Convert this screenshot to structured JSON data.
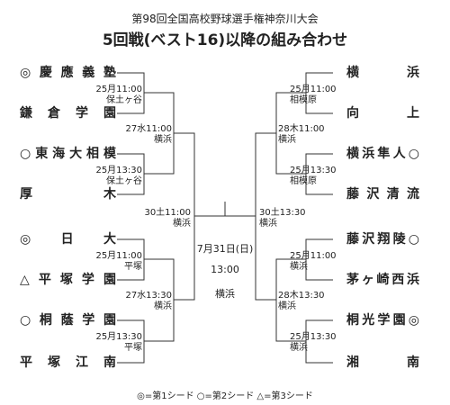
{
  "header": {
    "line1": "第98回全国高校野球選手権神奈川大会",
    "line2": "5回戦(ベスト16)以降の組み合わせ"
  },
  "left_teams": [
    {
      "mark": "◎",
      "name": "慶應義塾"
    },
    {
      "mark": "",
      "name": "鎌倉学園"
    },
    {
      "mark": "○",
      "name": "東海大相模"
    },
    {
      "mark": "",
      "name": "厚木"
    },
    {
      "mark": "◎",
      "name": "日大"
    },
    {
      "mark": "△",
      "name": "平塚学園"
    },
    {
      "mark": "○",
      "name": "桐蔭学園"
    },
    {
      "mark": "",
      "name": "平塚江南"
    }
  ],
  "right_teams": [
    {
      "name": "横浜",
      "mark": ""
    },
    {
      "name": "向上",
      "mark": ""
    },
    {
      "name": "横浜隼人",
      "mark": "○"
    },
    {
      "name": "藤沢清流",
      "mark": ""
    },
    {
      "name": "藤沢翔陵",
      "mark": "○"
    },
    {
      "name": "茅ヶ崎西浜",
      "mark": ""
    },
    {
      "name": "桐光学園",
      "mark": "◎"
    },
    {
      "name": "湘南",
      "mark": ""
    }
  ],
  "left_r16": [
    {
      "date": "25月11:00",
      "venue": "保土ヶ谷"
    },
    {
      "date": "25月13:30",
      "venue": "保土ヶ谷"
    },
    {
      "date": "25月11:00",
      "venue": "平塚"
    },
    {
      "date": "25月13:30",
      "venue": "平塚"
    }
  ],
  "right_r16": [
    {
      "date": "25月11:00",
      "venue": "相模原"
    },
    {
      "date": "25月13:30",
      "venue": "相模原"
    },
    {
      "date": "25月11:00",
      "venue": "横浜"
    },
    {
      "date": "25月13:30",
      "venue": "横浜"
    }
  ],
  "left_qf": [
    {
      "date": "27水11:00",
      "venue": "横浜"
    },
    {
      "date": "27水13:30",
      "venue": "横浜"
    }
  ],
  "right_qf": [
    {
      "date": "28木11:00",
      "venue": "横浜"
    },
    {
      "date": "28木13:30",
      "venue": "横浜"
    }
  ],
  "left_sf": {
    "date": "30土11:00",
    "venue": "横浜"
  },
  "right_sf": {
    "date": "30土13:30",
    "venue": "横浜"
  },
  "final": {
    "date": "7月31日(日)",
    "time": "13:00",
    "venue": "横浜"
  },
  "legend": "◎=第1シード ○=第2シード △=第3シード",
  "line_color": "#333333"
}
